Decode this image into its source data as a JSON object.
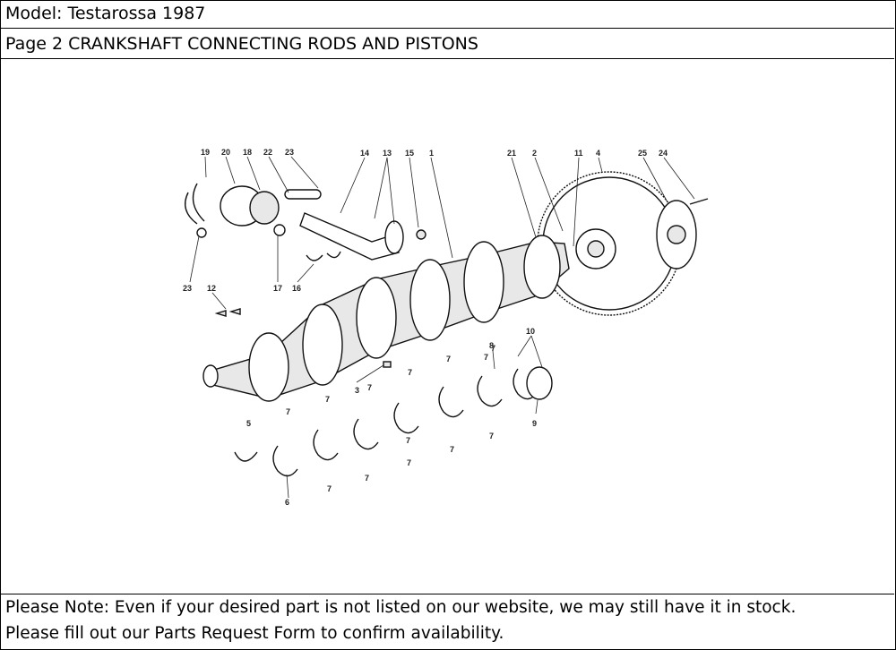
{
  "header": {
    "model": "Model: Testarossa 1987",
    "page_title": "Page 2  CRANKSHAFT  CONNECTING RODS AND PISTONS"
  },
  "diagram": {
    "callouts": [
      "19",
      "20",
      "18",
      "22",
      "23",
      "14",
      "13",
      "15",
      "1",
      "21",
      "2",
      "11",
      "4",
      "25",
      "24",
      "23",
      "12",
      "17",
      "16",
      "8",
      "10",
      "3",
      "5",
      "7",
      "7",
      "7",
      "7",
      "7",
      "7",
      "7",
      "7",
      "7",
      "7",
      "7",
      "7",
      "7",
      "6",
      "9"
    ]
  },
  "footer": {
    "note_line1": "Please Note: Even if your desired part is not listed on our website, we may still have it in stock.",
    "note_line2": "Please fill out our Parts Request Form to confirm availability."
  }
}
